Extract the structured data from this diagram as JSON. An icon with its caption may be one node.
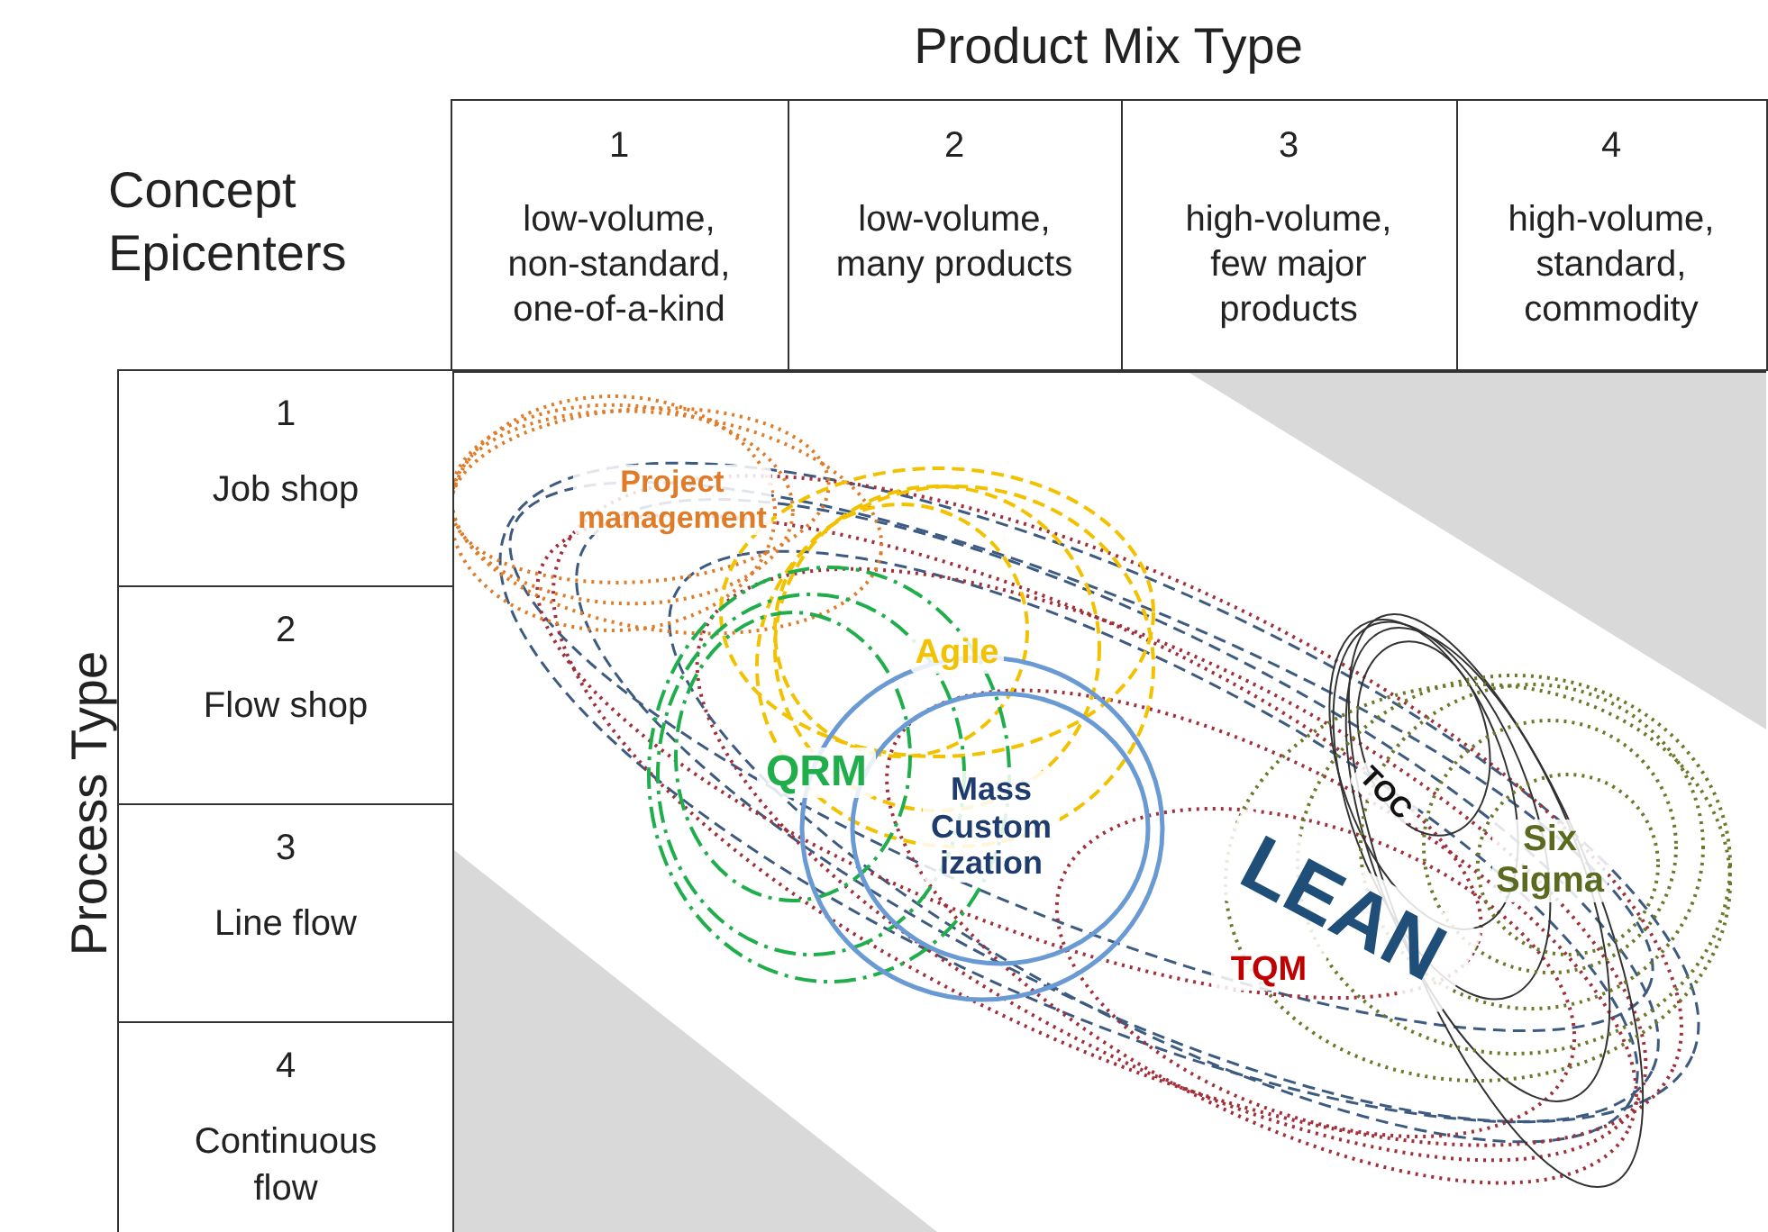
{
  "diagram": {
    "labels": [
      "Product Mix Type",
      "Concept Epicenters",
      "1",
      "low-volume, non-standard, one-of-a-kind",
      "2",
      "low-volume, many products",
      "3",
      "high-volume, few major products",
      "4",
      "high-volume, standard, commodity",
      "1",
      "Job shop",
      "2",
      "Flow shop",
      "3",
      "Line flow",
      "4",
      "Continuous flow",
      "Process Type",
      "Project management",
      "Agile",
      "QRM",
      "Mass Custom ization",
      "TOC",
      "Six Sigma",
      "LEAN",
      "TQM"
    ]
  }
}
